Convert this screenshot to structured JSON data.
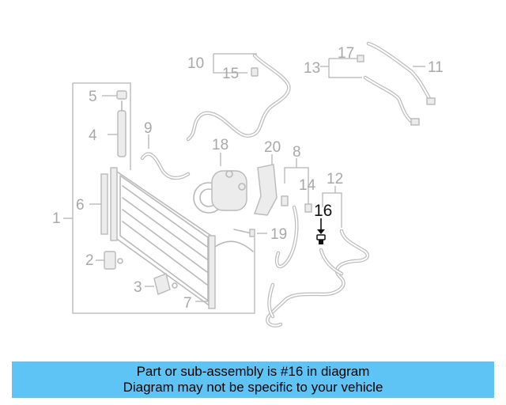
{
  "diagram": {
    "highlighted_part": "16",
    "callouts": [
      "1",
      "2",
      "3",
      "4",
      "5",
      "6",
      "7",
      "8",
      "9",
      "10",
      "11",
      "12",
      "13",
      "14",
      "15",
      "16",
      "17",
      "18",
      "19",
      "20"
    ],
    "colors": {
      "parts": "#b9b9b9",
      "highlight": "#111111",
      "banner": "#5ec4f5"
    }
  },
  "caption": {
    "line1": "Part or sub-assembly is #16 in diagram",
    "line2": "Diagram may not be specific to your vehicle"
  }
}
